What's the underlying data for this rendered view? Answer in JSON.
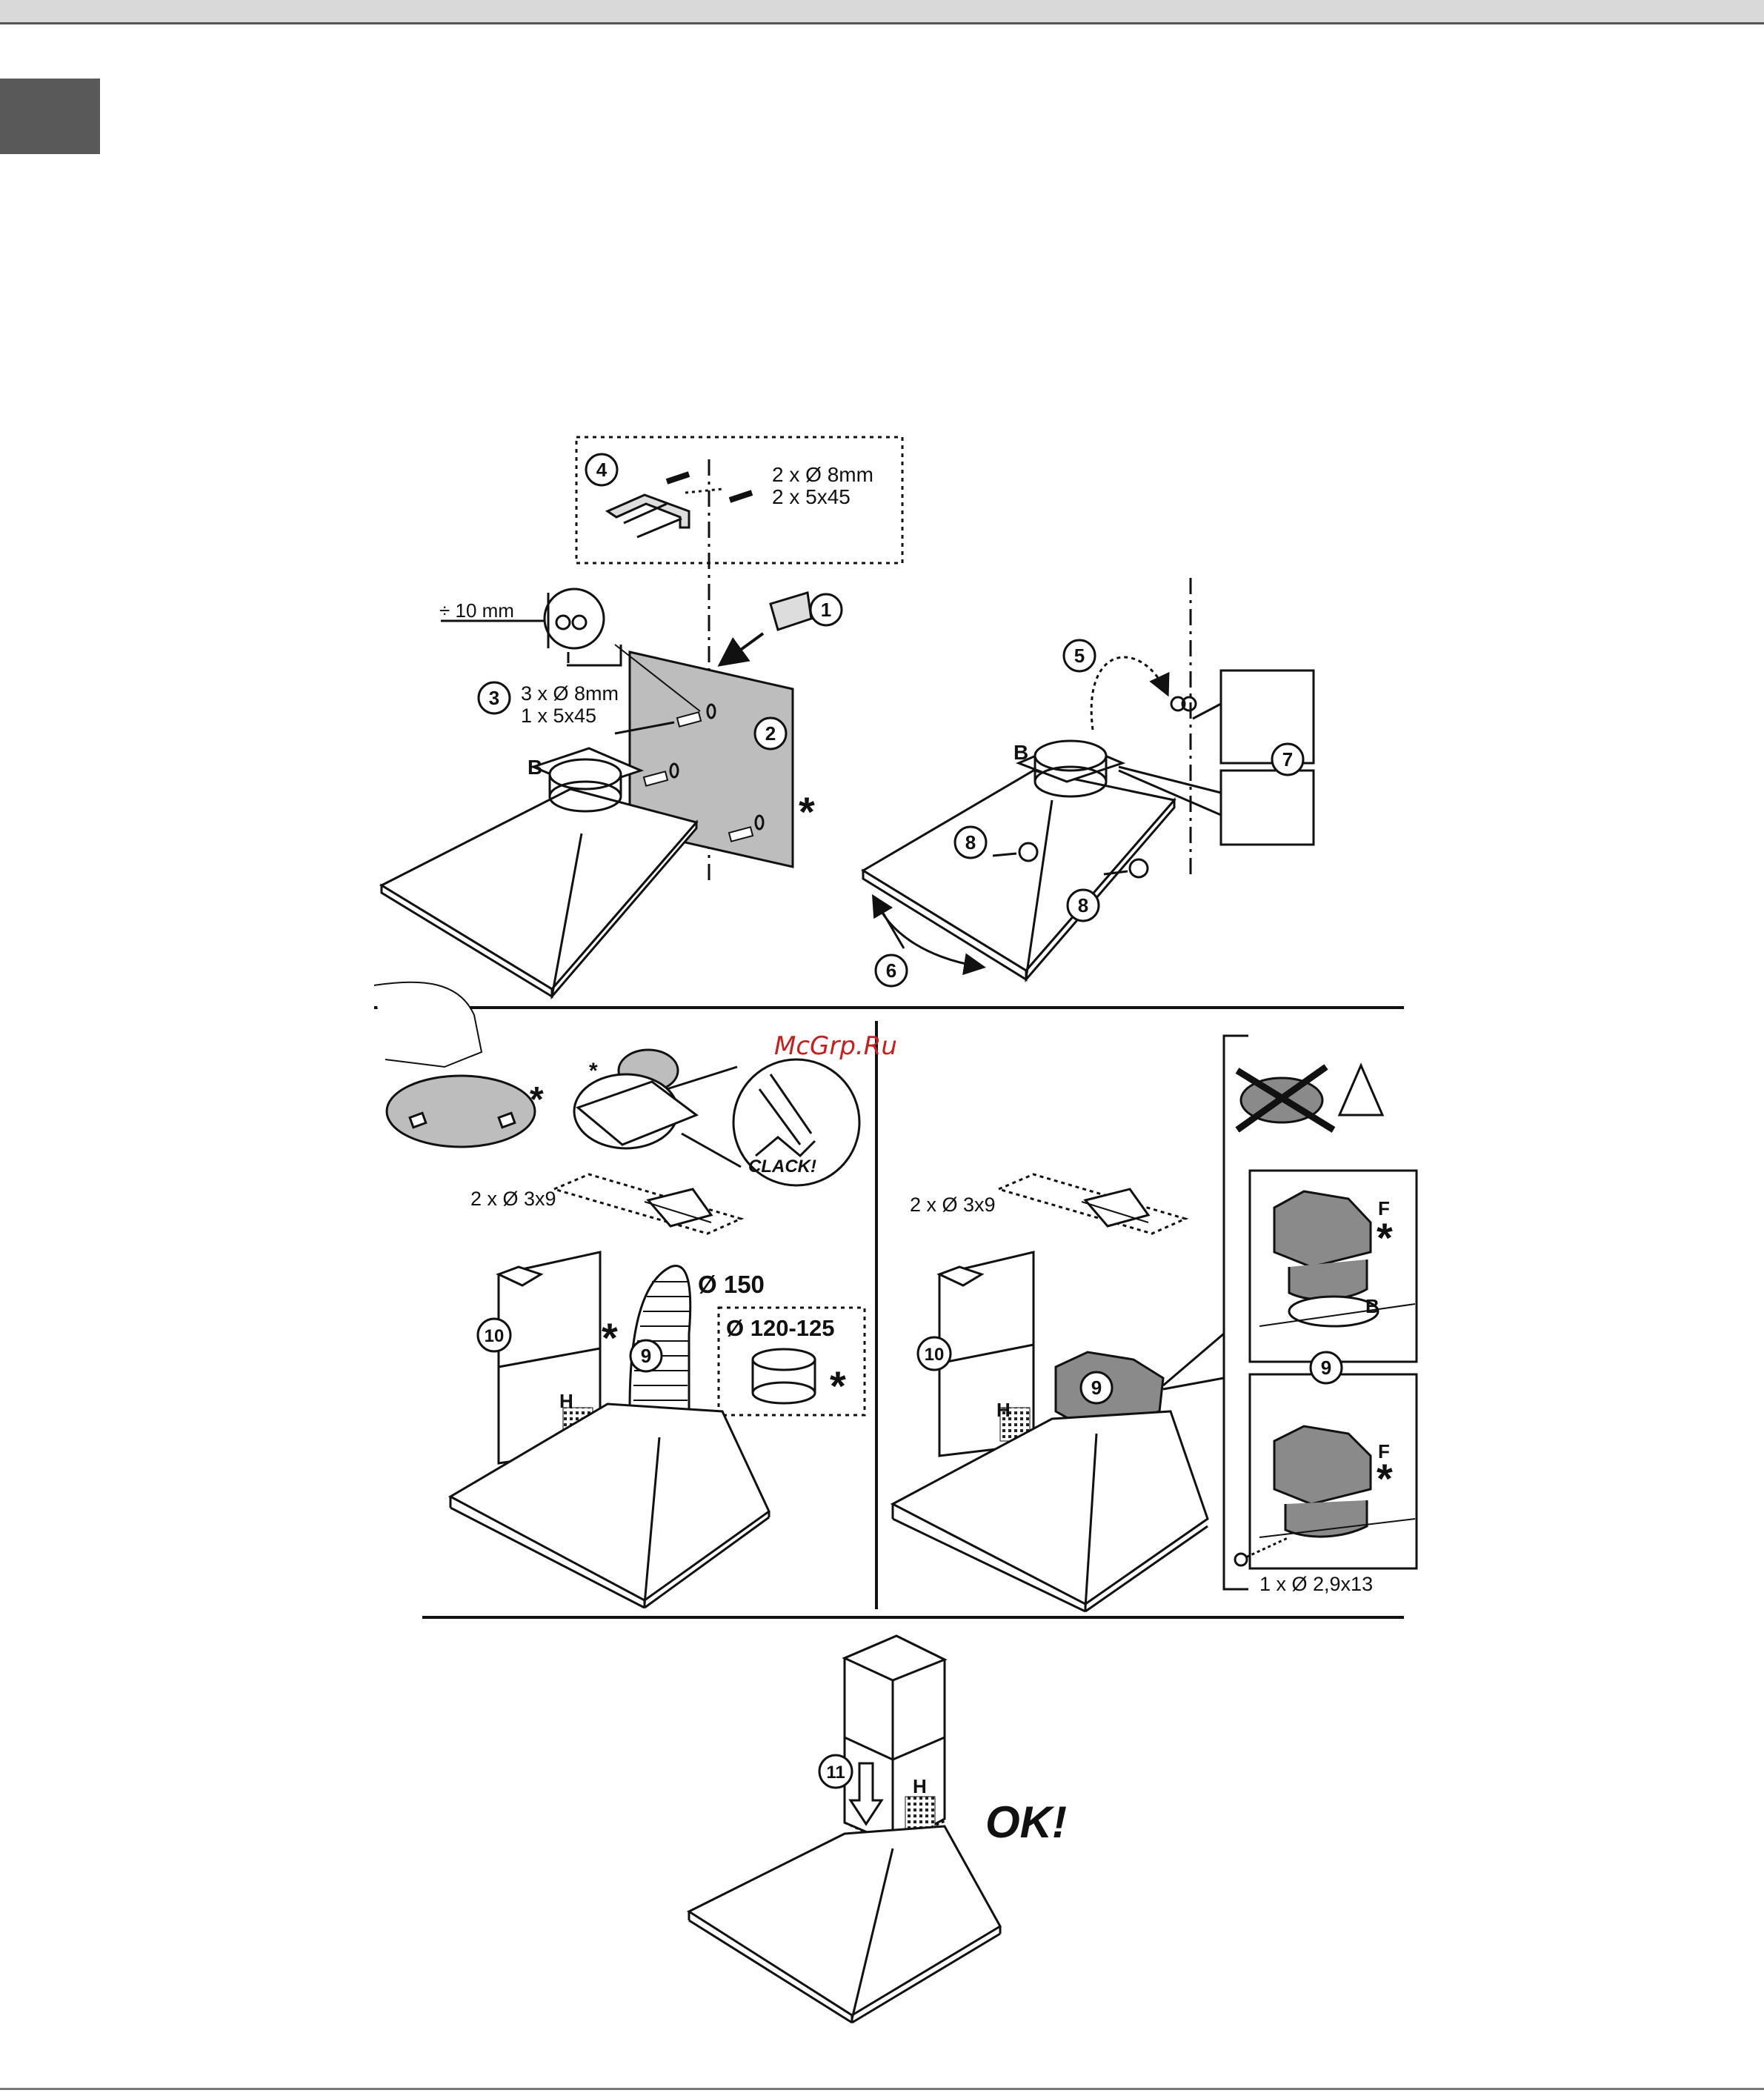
{
  "step_numbers": [
    "1",
    "2",
    "3",
    "4",
    "5",
    "6",
    "7",
    "8",
    "8",
    "9",
    "9",
    "9",
    "10",
    "10",
    "11"
  ],
  "labels": {
    "bracket_plugs": "2 x Ø 8mm",
    "bracket_screws": "2 x 5x45",
    "distance": "÷ 10 mm",
    "wall_plugs": "3 x Ø 8mm",
    "wall_screws": "1 x 5x45",
    "flange_b": "B",
    "flange_b_right": "B",
    "asterisk": "*",
    "clack": "CLACK!",
    "chimney_screws_left": "2 x Ø 3x9",
    "chimney_screws_right": "2 x Ø 3x9",
    "duct_diameter": "Ø 150",
    "adapter_diameter": "Ø 120-125",
    "letter_h": "H",
    "letter_f": "F",
    "filter_screw": "1 x Ø 2,9x13",
    "ok": "OK!"
  },
  "watermark": "McGrp.Ru",
  "colors": {
    "tab": "#595959",
    "topbar": "#d9d9d9",
    "panel_gray": "#bdbdbd",
    "filter_gray": "#8a8a8a",
    "watermark": "#c81e1e"
  },
  "icons": [
    "warning-triangle-icon",
    "crossed-out-filter-icon",
    "down-arrow-icon"
  ]
}
